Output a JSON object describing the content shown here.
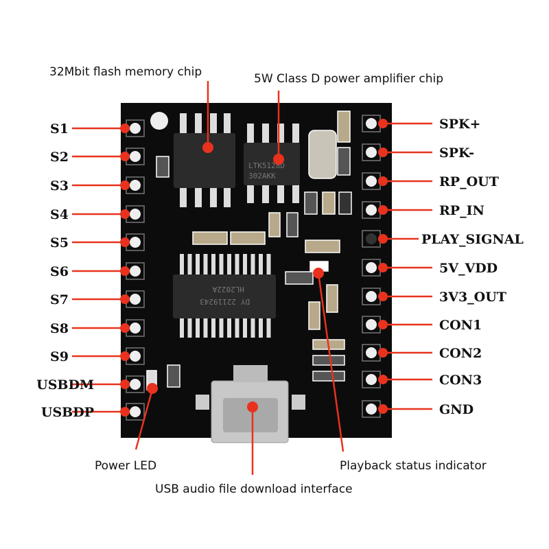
{
  "callouts": {
    "flash": "32Mbit flash memory chip",
    "amp": "5W Class D power amplifier chip",
    "power_led": "Power LED",
    "usb": "USB audio file download interface",
    "playback": "Playback status indicator"
  },
  "left_pins": [
    "S1",
    "S2",
    "S3",
    "S4",
    "S5",
    "S6",
    "S7",
    "S8",
    "S9",
    "USBDM",
    "USBDP"
  ],
  "right_pins": [
    "SPK+",
    "SPK-",
    "RP_OUT",
    "RP_IN",
    "PLAY_SIGNAL",
    "5V_VDD",
    "3V3_OUT",
    "CON1",
    "CON2",
    "CON3",
    "GND"
  ],
  "chip_markings": {
    "amp_line1": "LTK5128D",
    "amp_line2": "302AKK",
    "decoder_line1": "HL2022A",
    "decoder_line2": "DY 22119243"
  },
  "colors": {
    "marker": "#e8321e",
    "board": "#0c0c0c",
    "pad": "#e9e9e9"
  }
}
